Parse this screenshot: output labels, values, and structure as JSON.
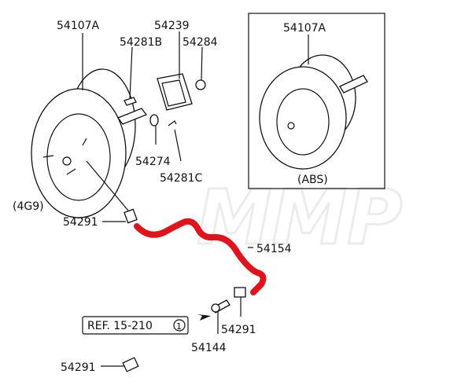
{
  "labels": {
    "booster_left": "54107A",
    "gasket": "54239",
    "stud_bolt": "54281B",
    "nut": "54284",
    "booster_abs": "54107A",
    "washer": "54274",
    "pin": "54281C",
    "abs_note": "(ABS)",
    "engine_note": "(4G9)",
    "clamp_upper": "54291",
    "vacuum_hose": "54154",
    "reference": "REF. 15-210",
    "reference_num": "1",
    "clamp_lower": "54291",
    "check_valve": "54144",
    "clamp_spare": "54291"
  },
  "colors": {
    "hose": "#e0141c",
    "line": "#111111"
  }
}
